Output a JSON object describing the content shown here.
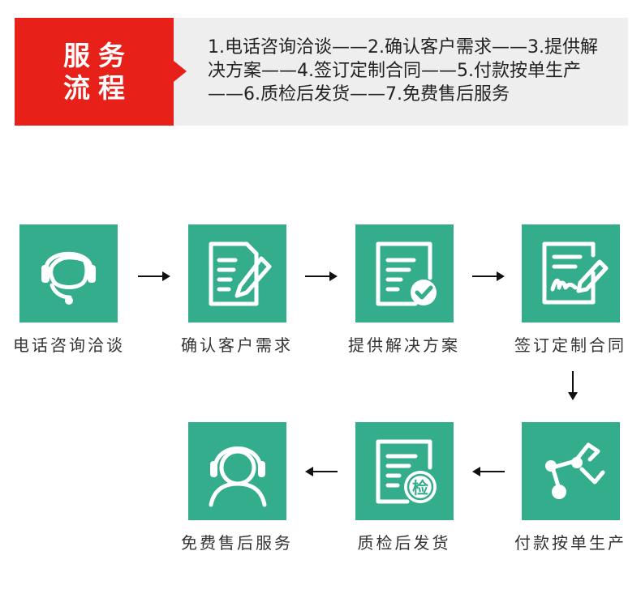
{
  "header": {
    "title_line1": "服务",
    "title_line2": "流程",
    "flow_text": "1.电话咨询洽谈——2.确认客户需求——3.提供解决方案——4.签订定制合同——5.付款按单生产——6.质检后发货——7.免费售后服务"
  },
  "steps": [
    {
      "label": "电话咨询洽谈",
      "icon": "headset-agent-icon"
    },
    {
      "label": "确认客户需求",
      "icon": "document-pen-icon"
    },
    {
      "label": "提供解决方案",
      "icon": "document-check-icon"
    },
    {
      "label": "签订定制合同",
      "icon": "contract-signature-icon"
    },
    {
      "label": "付款按单生产",
      "icon": "robot-arm-icon"
    },
    {
      "label": "质检后发货",
      "icon": "inspection-document-icon",
      "badge": "检"
    },
    {
      "label": "免费售后服务",
      "icon": "customer-service-icon"
    }
  ],
  "colors": {
    "accent_red": "#e8201a",
    "tile_green": "#33ad8c",
    "banner_gray": "#eeeeee"
  }
}
